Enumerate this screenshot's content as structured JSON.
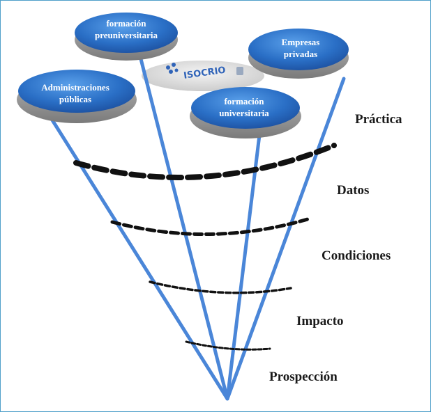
{
  "colors": {
    "frame": "#4f9fc9",
    "funnel_lines": "#4a86d8",
    "disk_fill": "#2a6fc6",
    "disk_shadow": "#8c8c8c",
    "dashed_rings": "#111111"
  },
  "logo": {
    "text": "ISOCRIO",
    "icon": "logo-mark-icon"
  },
  "disks": {
    "preuniversitaria": {
      "line1": "formación",
      "line2": "preuniversitaria"
    },
    "empresas": {
      "line1": "Empresas",
      "line2": "privadas"
    },
    "administraciones": {
      "line1": "Administraciones",
      "line2": "públicas"
    },
    "universitaria": {
      "line1": "formación",
      "line2": "universitaria"
    }
  },
  "levels": [
    "Práctica",
    "Datos",
    "Condiciones",
    "Impacto",
    "Prospección"
  ]
}
